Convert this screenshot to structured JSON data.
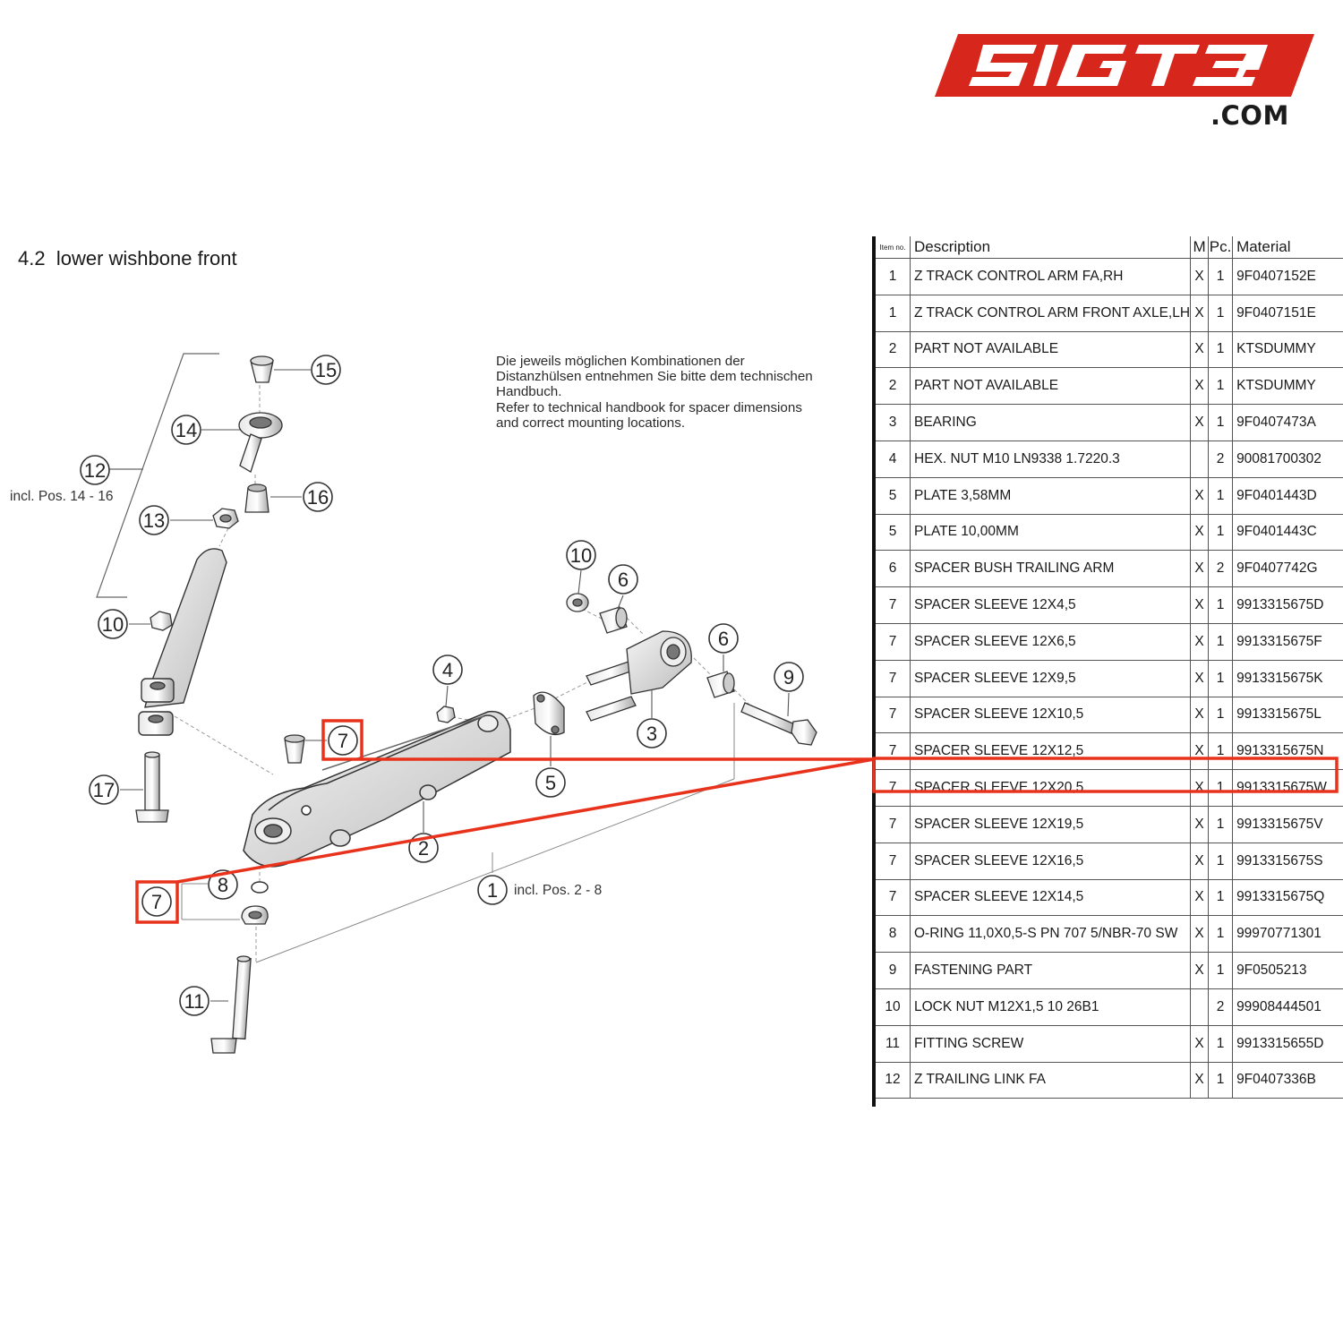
{
  "brand": {
    "logo_text": "5IGT3",
    "domain": ".COM",
    "accent_color": "#d7261c"
  },
  "section": {
    "number": "4.2",
    "title": "lower wishbone front"
  },
  "note": {
    "lines": [
      "Die jeweils möglichen Kombinationen der",
      "Distanzhülsen entnehmen Sie bitte dem technischen",
      "Handbuch.",
      "Refer to technical handbook for spacer dimensions",
      "and correct mounting locations."
    ]
  },
  "callouts": {
    "c15": "15",
    "c14": "14",
    "c12": "12",
    "c16": "16",
    "c13": "13",
    "c10a": "10",
    "c10b": "10",
    "c6a": "6",
    "c6b": "6",
    "c9": "9",
    "c4": "4",
    "c3": "3",
    "c5": "5",
    "c7a": "7",
    "c7b": "7",
    "c17": "17",
    "c2": "2",
    "c8": "8",
    "c1": "1",
    "c11": "11"
  },
  "labels": {
    "incl_12": "incl. Pos. 14 - 16",
    "incl_1": "incl. Pos. 2 - 8"
  },
  "table": {
    "headers": {
      "item": "Item no.",
      "description": "Description",
      "m": "M",
      "pc": "Pc.",
      "material": "Material"
    },
    "rows": [
      {
        "item": "1",
        "description": "Z TRACK CONTROL ARM FA,RH",
        "m": "X",
        "pc": "1",
        "material": "9F0407152E"
      },
      {
        "item": "1",
        "description": "Z TRACK CONTROL ARM FRONT AXLE,LH",
        "m": "X",
        "pc": "1",
        "material": "9F0407151E"
      },
      {
        "item": "2",
        "description": "PART NOT AVAILABLE",
        "m": "X",
        "pc": "1",
        "material": "KTSDUMMY"
      },
      {
        "item": "2",
        "description": "PART NOT AVAILABLE",
        "m": "X",
        "pc": "1",
        "material": "KTSDUMMY"
      },
      {
        "item": "3",
        "description": "BEARING",
        "m": "X",
        "pc": "1",
        "material": "9F0407473A"
      },
      {
        "item": "4",
        "description": "HEX. NUT M10 LN9338 1.7220.3",
        "m": "",
        "pc": "2",
        "material": "90081700302"
      },
      {
        "item": "5",
        "description": "PLATE 3,58MM",
        "m": "X",
        "pc": "1",
        "material": "9F0401443D"
      },
      {
        "item": "5",
        "description": "PLATE 10,00MM",
        "m": "X",
        "pc": "1",
        "material": "9F0401443C"
      },
      {
        "item": "6",
        "description": "SPACER BUSH TRAILING ARM",
        "m": "X",
        "pc": "2",
        "material": "9F0407742G"
      },
      {
        "item": "7",
        "description": "SPACER SLEEVE 12X4,5",
        "m": "X",
        "pc": "1",
        "material": "9913315675D"
      },
      {
        "item": "7",
        "description": "SPACER SLEEVE 12X6,5",
        "m": "X",
        "pc": "1",
        "material": "9913315675F"
      },
      {
        "item": "7",
        "description": "SPACER SLEEVE 12X9,5",
        "m": "X",
        "pc": "1",
        "material": "9913315675K"
      },
      {
        "item": "7",
        "description": "SPACER SLEEVE 12X10,5",
        "m": "X",
        "pc": "1",
        "material": "9913315675L"
      },
      {
        "item": "7",
        "description": "SPACER SLEEVE 12X12,5",
        "m": "X",
        "pc": "1",
        "material": "9913315675N"
      },
      {
        "item": "7",
        "description": "SPACER SLEEVE 12X20,5",
        "m": "X",
        "pc": "1",
        "material": "9913315675W"
      },
      {
        "item": "7",
        "description": "SPACER SLEEVE 12X19,5",
        "m": "X",
        "pc": "1",
        "material": "9913315675V"
      },
      {
        "item": "7",
        "description": "SPACER SLEEVE 12X16,5",
        "m": "X",
        "pc": "1",
        "material": "9913315675S"
      },
      {
        "item": "7",
        "description": "SPACER SLEEVE 12X14,5",
        "m": "X",
        "pc": "1",
        "material": "9913315675Q"
      },
      {
        "item": "8",
        "description": "O-RING 11,0X0,5-S PN 707 5/NBR-70 SW",
        "m": "X",
        "pc": "1",
        "material": "99970771301"
      },
      {
        "item": "9",
        "description": "FASTENING PART",
        "m": "X",
        "pc": "1",
        "material": "9F0505213"
      },
      {
        "item": "10",
        "description": "LOCK NUT M12X1,5 10 26B1",
        "m": "",
        "pc": "2",
        "material": "99908444501"
      },
      {
        "item": "11",
        "description": "FITTING SCREW",
        "m": "X",
        "pc": "1",
        "material": "9913315655D"
      },
      {
        "item": "12",
        "description": "Z TRAILING LINK FA",
        "m": "X",
        "pc": "1",
        "material": "9F0407336B"
      }
    ],
    "highlighted_row_index": 14,
    "highlight_color": "#e8321c"
  }
}
